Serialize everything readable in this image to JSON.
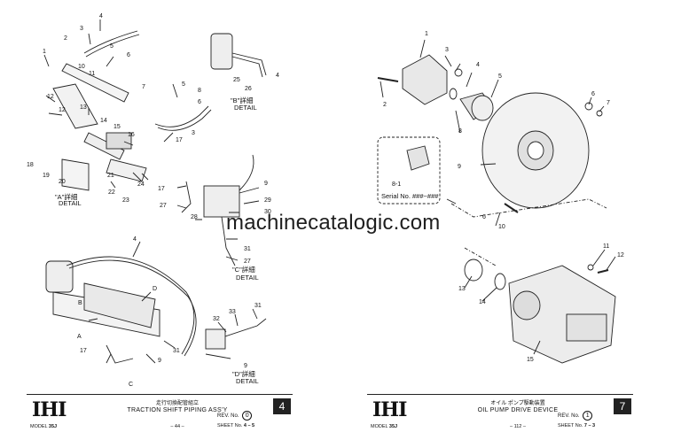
{
  "watermark": "machinecatalogic.com",
  "left": {
    "brand": "IHI",
    "title_jp": "走行切換配管組立",
    "title_en": "TRACTION SHIFT PIPING ASS'Y",
    "model_label": "MODEL",
    "model": "35J",
    "page_no": "– 44 –",
    "rev_label": "REV. No.",
    "rev": "0",
    "sheet_label": "SHEET No.",
    "sheet": "4 – 5",
    "box": "4",
    "detail_labels": [
      "\"A\"詳細 DETAIL",
      "\"B\"詳細 DETAIL",
      "\"C\"詳細 DETAIL",
      "\"D\"詳細 DETAIL"
    ],
    "callouts": [
      "1",
      "2",
      "3",
      "4",
      "5",
      "6",
      "7",
      "8",
      "9",
      "10",
      "11",
      "12",
      "13",
      "14",
      "15",
      "16",
      "17",
      "18",
      "19",
      "20",
      "21",
      "22",
      "23",
      "24",
      "25",
      "26",
      "27",
      "28",
      "29",
      "30",
      "31",
      "32",
      "33",
      "A",
      "B",
      "C",
      "D"
    ]
  },
  "right": {
    "brand": "IHI",
    "title_jp": "オイル ポンプ駆動装置",
    "title_en": "OIL PUMP DRIVE DEVICE",
    "model_label": "MODEL",
    "model": "35J",
    "page_no": "– 112 –",
    "rev_label": "REV. No.",
    "rev": "1",
    "sheet_label": "SHEET No.",
    "sheet": "7 – 3",
    "box": "7",
    "serial_label": "Serial No. ###~###",
    "callouts": [
      "1",
      "2",
      "3",
      "4",
      "5",
      "6",
      "7",
      "8",
      "8-1",
      "9",
      "10",
      "11",
      "12",
      "13",
      "14",
      "15"
    ]
  }
}
